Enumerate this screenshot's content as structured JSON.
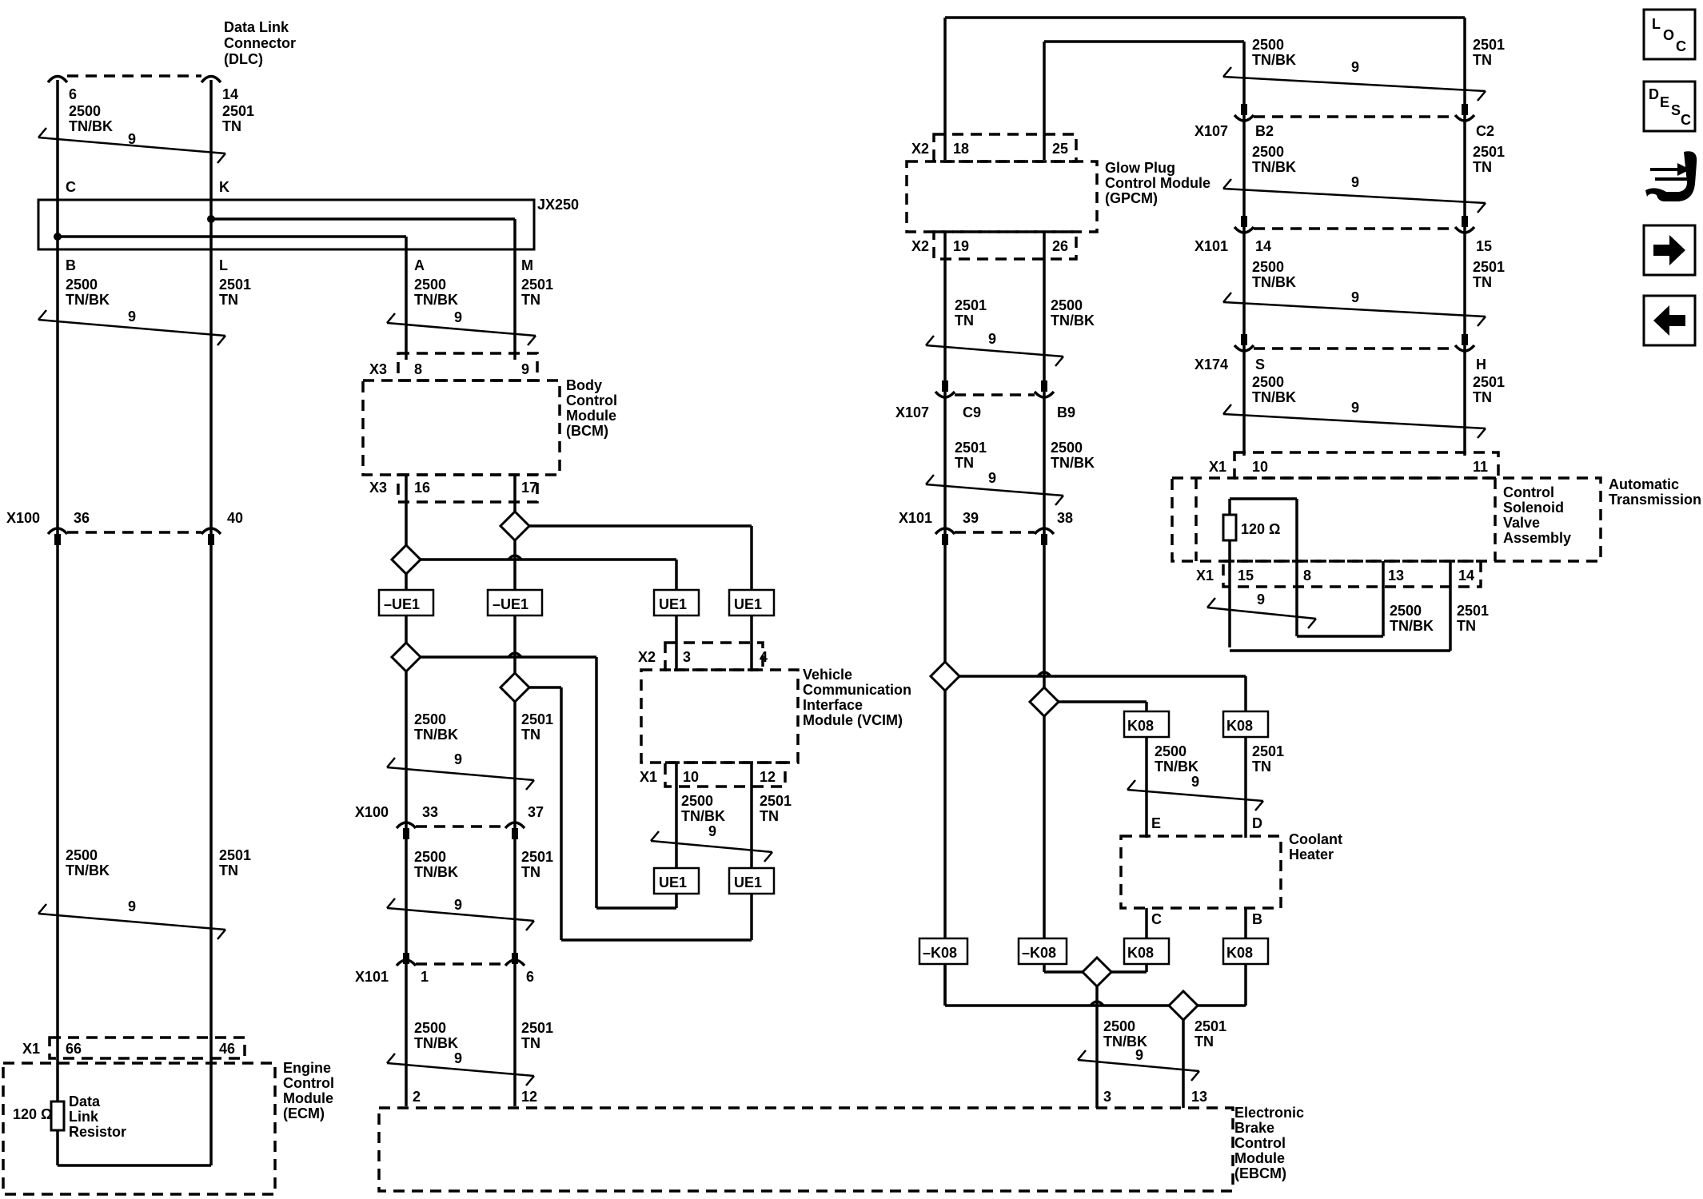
{
  "circuits": {
    "tnbk_num": "2500",
    "tnbk_color": "TN/BK",
    "tn_num": "2501",
    "tn_color": "TN",
    "twist": "9"
  },
  "components": {
    "dlc": [
      "Data Link",
      "Connector",
      "(DLC)"
    ],
    "jx250": "JX250",
    "bcm": [
      "Body",
      "Control",
      "Module",
      "(BCM)"
    ],
    "vcim": [
      "Vehicle",
      "Communication",
      "Interface",
      "Module (VCIM)"
    ],
    "ecm": [
      "Engine",
      "Control",
      "Module",
      "(ECM)"
    ],
    "resistor": [
      "Data",
      "Link",
      "Resistor"
    ],
    "ohm": "120 Ω",
    "gpcm": [
      "Glow Plug",
      "Control Module",
      "(GPCM)"
    ],
    "solenoid": [
      "Control",
      "Solenoid",
      "Valve",
      "Assembly"
    ],
    "trans": [
      "Automatic",
      "Transmission"
    ],
    "heater": [
      "Coolant",
      "Heater"
    ],
    "ebcm": [
      "Electronic",
      "Brake",
      "Control",
      "Module",
      "(EBCM)"
    ]
  },
  "connectors": {
    "x100": "X100",
    "x101": "X101",
    "x107": "X107",
    "x174": "X174",
    "x1": "X1",
    "x2": "X2",
    "x3": "X3"
  },
  "pins": {
    "dlc6": "6",
    "dlc14": "14",
    "jc": "C",
    "jk": "K",
    "jb": "B",
    "jl": "L",
    "ja": "A",
    "jm": "M",
    "bcm8": "8",
    "bcm9": "9",
    "bcm16": "16",
    "bcm17": "17",
    "x100_36": "36",
    "x100_40": "40",
    "x100_33": "33",
    "x100_37": "37",
    "v3": "3",
    "v4": "4",
    "v10": "10",
    "v12": "12",
    "x101_1": "1",
    "x101_6": "6",
    "ecm66": "66",
    "ecm46": "46",
    "eb2": "2",
    "eb12": "12",
    "eb3": "3",
    "eb13": "13",
    "g18": "18",
    "g25": "25",
    "g19": "19",
    "g26": "26",
    "c9": "C9",
    "b9": "B9",
    "x101_39": "39",
    "x101_38": "38",
    "b2": "B2",
    "c2": "C2",
    "x101_14": "14",
    "x101_15": "15",
    "s": "S",
    "h": "H",
    "t10": "10",
    "t11": "11",
    "t15": "15",
    "t8": "8",
    "t13": "13",
    "t14": "14",
    "he": "E",
    "hd": "D",
    "hc": "C",
    "hb": "B"
  },
  "options": {
    "ue1": "UE1",
    "not_ue1": "–UE1",
    "k08": "K08",
    "not_k08": "–K08"
  },
  "nav": {
    "loc": [
      "L",
      "O",
      "C"
    ],
    "desc": [
      "D",
      "E",
      "S",
      "C"
    ]
  }
}
